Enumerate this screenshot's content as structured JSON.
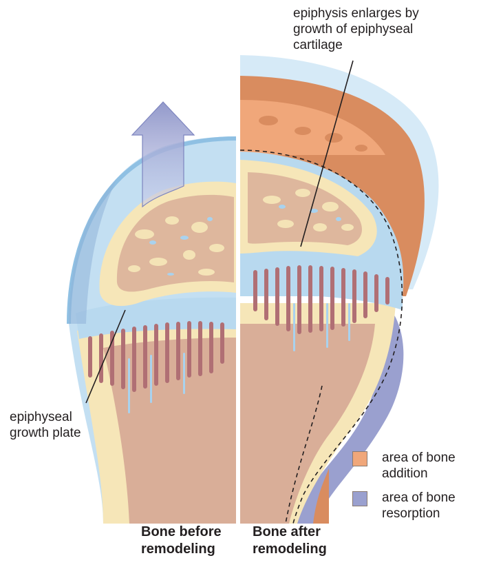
{
  "labels": {
    "epiphysis_top": [
      "epiphysis enlarges by",
      "growth of epiphyseal",
      "cartilage"
    ],
    "growth_plate": [
      "epiphyseal",
      "growth plate"
    ]
  },
  "legend": {
    "addition": {
      "lines": [
        "area of bone",
        "addition"
      ],
      "color": "#f0a77a"
    },
    "resorption": {
      "lines": [
        "area of bone",
        "resorption"
      ],
      "color": "#9aa0cf"
    }
  },
  "captions": {
    "before": [
      "Bone before",
      "remodeling"
    ],
    "after": [
      "Bone after",
      "remodeling"
    ]
  },
  "colors": {
    "cartilage": "#b8d9ef",
    "compact_bone": "#f6e6b8",
    "marrow": "#d9ae98",
    "addition": "#d98c5f",
    "addition_light": "#f0a77a",
    "resorption": "#9aa0cf",
    "arrow": "#a9b0d8"
  }
}
